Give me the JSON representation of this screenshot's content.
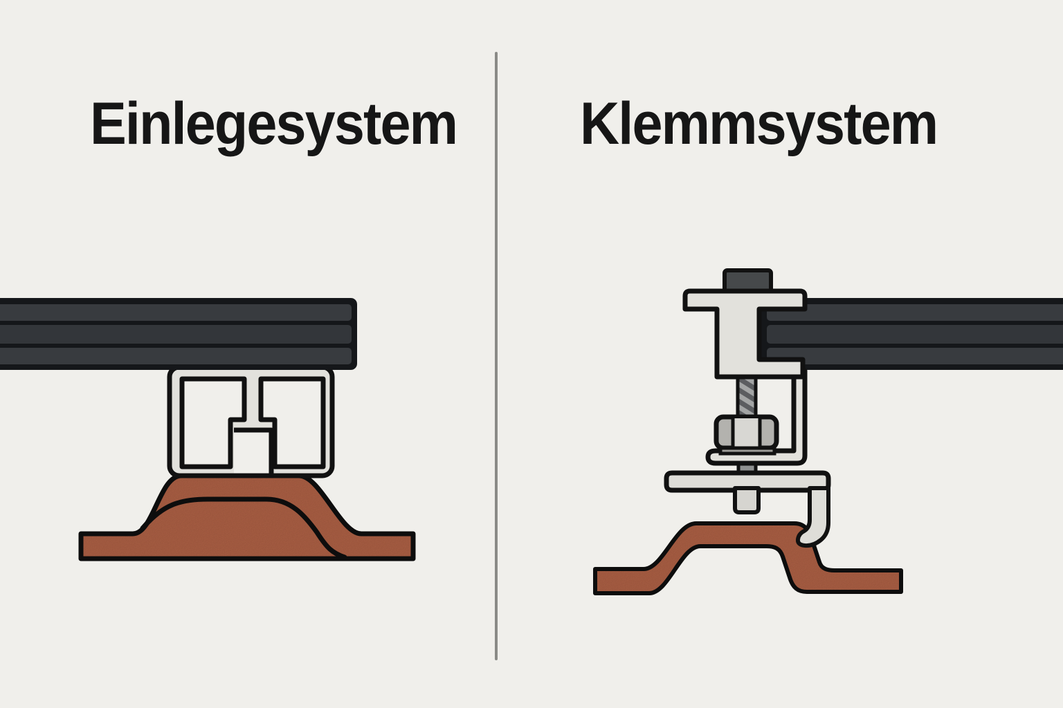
{
  "page": {
    "background_color": "#f0efeb",
    "divider_color": "#8a8a86",
    "outline_color": "#111111"
  },
  "panels": {
    "left": {
      "title": "Einlegesystem"
    },
    "right": {
      "title": "Klemmsystem"
    }
  },
  "illustration": {
    "colors": {
      "rail_fill": "#35383c",
      "rail_outline": "#15171a",
      "profile_fill": "#e2e1dc",
      "hardware_fill": "#deddd8",
      "nut_fill": "#b3b2ae",
      "nut_facet_fill": "#d8d7d3",
      "bolt_fill": "#46494b",
      "rod_fill": "#a3a5a5",
      "rod_thread_fill": "#5b5d60",
      "tile_fill": "#b16347"
    },
    "left_figure_parts": [
      "mounting-rail",
      "insert-profile",
      "roof-tile"
    ],
    "right_figure_parts": [
      "bolt-head",
      "clamp",
      "threaded-rod",
      "hex-nut",
      "washer",
      "hanger-bracket",
      "base-plate",
      "roof-hook",
      "mounting-rail",
      "roof-tile"
    ]
  }
}
